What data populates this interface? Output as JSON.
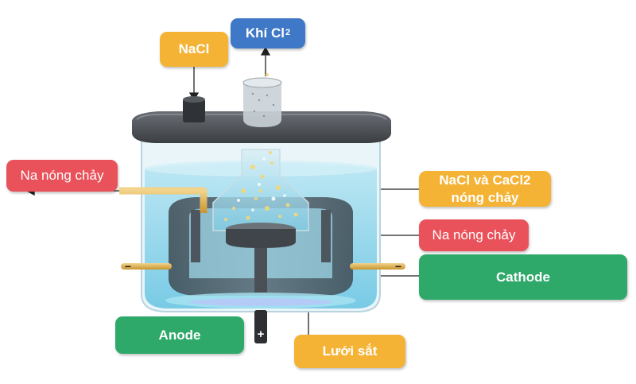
{
  "labels": {
    "nacl": "NaCl",
    "cl2_text": "Khí Cl",
    "cl2_sub": "2",
    "na_left": "Na nóng chảy",
    "electrolyte_line1": "NaCl và CaCl2",
    "electrolyte_line2": "nóng chảy",
    "na_right": "Na nóng chảy",
    "cathode": "Cathode",
    "anode": "Anode",
    "iron_mesh": "Lưới sắt"
  },
  "signs": {
    "minus_left": "−",
    "minus_right": "−",
    "plus": "+"
  },
  "colors": {
    "orange": "#F5B335",
    "blue": "#3F78C6",
    "red": "#E9525A",
    "green": "#2FA96A",
    "lid": "#4a4d52",
    "water": "#8fd3ea"
  }
}
